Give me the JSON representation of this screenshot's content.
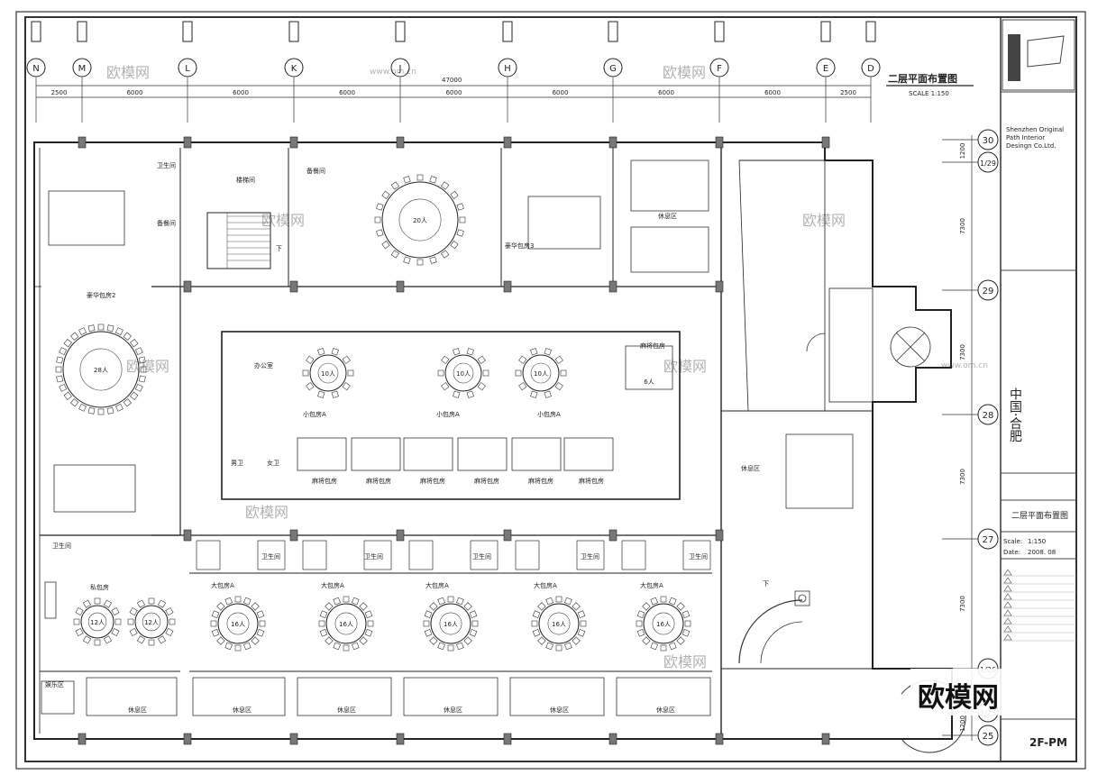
{
  "drawing": {
    "title": "二层平面布置图",
    "scale": "SCALE 1:150",
    "total_dimension": "47000"
  },
  "grid_columns": [
    {
      "label": "N",
      "gap": "2500"
    },
    {
      "label": "M",
      "gap": "6000"
    },
    {
      "label": "L",
      "gap": "6000"
    },
    {
      "label": "K",
      "gap": "6000"
    },
    {
      "label": "J",
      "gap": "6000"
    },
    {
      "label": "H",
      "gap": "6000"
    },
    {
      "label": "G",
      "gap": "6000"
    },
    {
      "label": "F",
      "gap": "6000"
    },
    {
      "label": "E",
      "gap": "2500"
    },
    {
      "label": "D",
      "gap": ""
    }
  ],
  "grid_rows": [
    {
      "label": "30",
      "dim": "1200"
    },
    {
      "label": "1/29",
      "dim": "7300"
    },
    {
      "label": "29",
      "dim": "7300"
    },
    {
      "label": "28",
      "dim": "7300"
    },
    {
      "label": "27",
      "dim": "7300"
    },
    {
      "label": "1/26",
      "dim": ""
    },
    {
      "label": "1/25",
      "dim": "1200"
    },
    {
      "label": "25",
      "dim": ""
    }
  ],
  "title_block": {
    "company_line1": "Shenzhen Original",
    "company_line2": "Path Interior",
    "company_line3": "Desingn Co.Ltd.",
    "project_vertical": "中国·合肥",
    "sheet_name": "二层平面布置图",
    "sheet_code": "2F-PM",
    "scale_label": "Scale:",
    "scale_value": "1:150",
    "date_label": "Date:",
    "date_value": "2008. 08"
  },
  "rooms": {
    "vip_room_2": "豪华包房2",
    "vip_room_3": "豪华包房3",
    "lounge_1": "休息区",
    "lounge_2": "休息区",
    "private_room": "私包房",
    "vanity": "备餐间",
    "kitchen_prep": "备餐间",
    "stair_down": "下",
    "wc": "卫生间",
    "wc2": "卫生间",
    "big_room": "大包房A",
    "small_room": "小包房A",
    "hall_mid": "楼梯间",
    "mahjong": "麻将包房",
    "entertain": "娱乐区",
    "rest_area": "休息区",
    "office": "办公室",
    "men": "男卫",
    "women": "女卫",
    "seat_28": "28人",
    "seat_20": "20人",
    "seat_10": "10人",
    "seat_12": "12人",
    "seat_16": "16人",
    "seat_6": "6人"
  },
  "watermark": {
    "brand": "欧模网",
    "url": "www.om.cn"
  }
}
